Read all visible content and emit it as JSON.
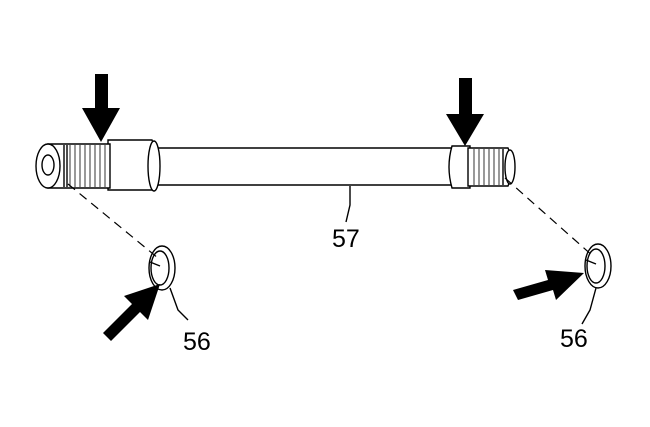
{
  "callouts": {
    "shaft": "57",
    "ring_left": "56",
    "ring_right": "56"
  }
}
